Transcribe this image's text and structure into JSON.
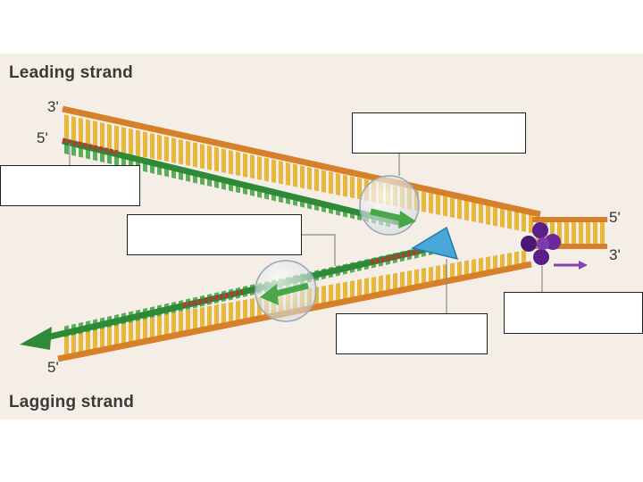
{
  "headings": {
    "leading": "Leading strand",
    "lagging": "Lagging strand"
  },
  "ends": {
    "leading_top_3": "3'",
    "leading_template_5": "5'",
    "right_top_5": "5'",
    "right_bottom_3": "3'",
    "lagging_bottom_5": "5'"
  },
  "label_boxes": [
    "",
    "",
    "",
    "",
    ""
  ],
  "colors": {
    "background": "#f5eee6",
    "template_strand": "#d9862b",
    "new_strand": "#2f8f3a",
    "rungs": "#e8b53a",
    "primer": "#b8382e",
    "helicase": "#5b1e8a",
    "primase": "#4aa8d8",
    "arrow": "#8a3fb0"
  }
}
